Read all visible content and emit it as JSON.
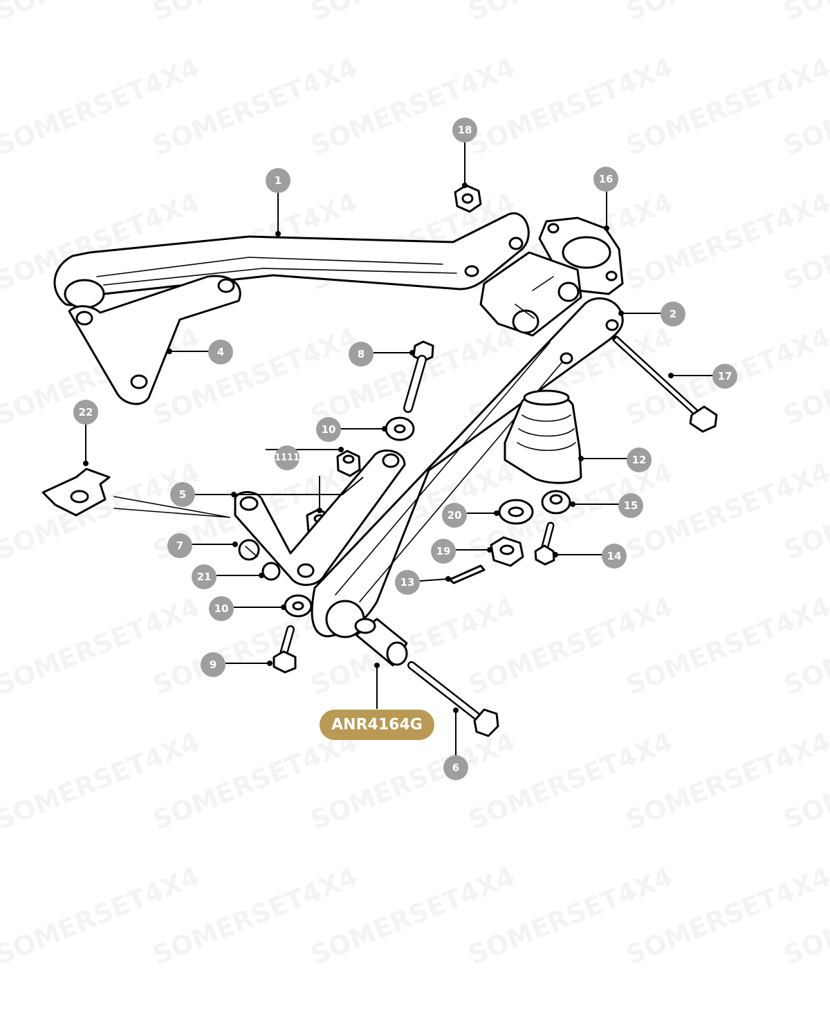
{
  "watermark": "SOMERSET4X4",
  "callouts": {
    "c1": "1",
    "c2": "2",
    "c4": "4",
    "c5": "5",
    "c6": "6",
    "c7": "7",
    "c8": "8",
    "c9": "9",
    "c10a": "10",
    "c10b": "10",
    "c11": "1111",
    "c12": "12",
    "c13": "13",
    "c14": "14",
    "c15": "15",
    "c16": "16",
    "c17": "17",
    "c18": "18",
    "c19": "19",
    "c20": "20",
    "c21": "21",
    "c22": "22"
  },
  "part_number": "ANR4164G",
  "colors": {
    "badge": "#9e9e9e",
    "part_tag": "#b99a55",
    "line": "#000000"
  }
}
